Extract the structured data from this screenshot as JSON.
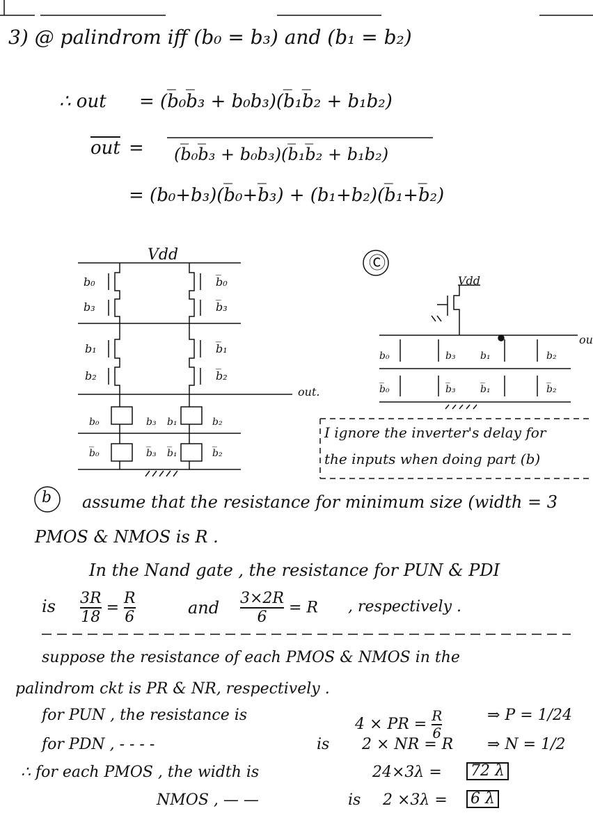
{
  "part_a": {
    "heading": "3) @ palindrom iff (b₀ = b₃) and (b₁ = b₂)",
    "out_label": "∴ out",
    "out_eq": "= (b̅₀b̅₃ + b₀b₃)(b̅₁b̅₂ + b₁b₂)",
    "outbar_label": "out",
    "outbar_eq_inner": "(b̅₀b̅₃ + b₀b₃)(b̅₁b̅₂ + b₁b₂)",
    "eq3": "= (b₀+b₃)(b̅₀+b̅₃) + (b₁+b₂)(b̅₁+b̅₂)"
  },
  "schematic_a": {
    "vdd": "Vdd",
    "out": "out.",
    "p_left": [
      "b₀",
      "b₃",
      "b₁",
      "b₂"
    ],
    "p_right": [
      "b̅₀",
      "b̅₃",
      "b̅₁",
      "b̅₂"
    ],
    "n_row1": [
      "b₀",
      "b₃",
      "b₁",
      "b₂"
    ],
    "n_row2": [
      "b̅₀",
      "b̅₃",
      "b̅₁",
      "b̅₂"
    ]
  },
  "schematic_c": {
    "label": "Ⓒ",
    "vdd": "Vdd",
    "out": "out",
    "row1": [
      "b₀",
      "b₃",
      "b₁",
      "b₂"
    ],
    "row2": [
      "b̅₀",
      "b̅₃",
      "b̅₁",
      "b̅₂"
    ]
  },
  "note": {
    "line1": "I ignore the inverter's delay for",
    "line2": "the inputs when doing part (b)"
  },
  "part_b": {
    "label": "b",
    "line1": "assume that the resistance for minimum size (width = 3",
    "line2": "PMOS & NMOS is R .",
    "line3": "In the Nand gate , the resistance for PUN & PDI",
    "is": "is",
    "frac1_num": "3R",
    "frac1_den": "18",
    "eq": "=",
    "frac2_num": "R",
    "frac2_den": "6",
    "and": "and",
    "frac3_num": "3×2R",
    "frac3_den": "6",
    "eq_r": "= R",
    "respectively": ", respectively .",
    "line5": "suppose the resistance of each PMOS & NMOS in the",
    "line6": "palindrom ckt is PR & NR, respectively .",
    "pun_label": "for PUN , the resistance is",
    "pun_expr": "4 × PR =",
    "pun_frac_num": "R",
    "pun_frac_den": "6",
    "pun_result": "⇒ P = 1/24",
    "pdn_label": "for PDN , - - - -",
    "pdn_is": "is",
    "pdn_expr": "2 × NR = R",
    "pdn_result": "⇒ N = 1/2",
    "pmos_label": "∴ for each PMOS , the width is",
    "pmos_expr": "24×3λ =",
    "pmos_result": "72 λ",
    "nmos_label": "NMOS , — —",
    "nmos_is": "is",
    "nmos_expr": "2 ×3λ =",
    "nmos_result": "6 λ"
  }
}
